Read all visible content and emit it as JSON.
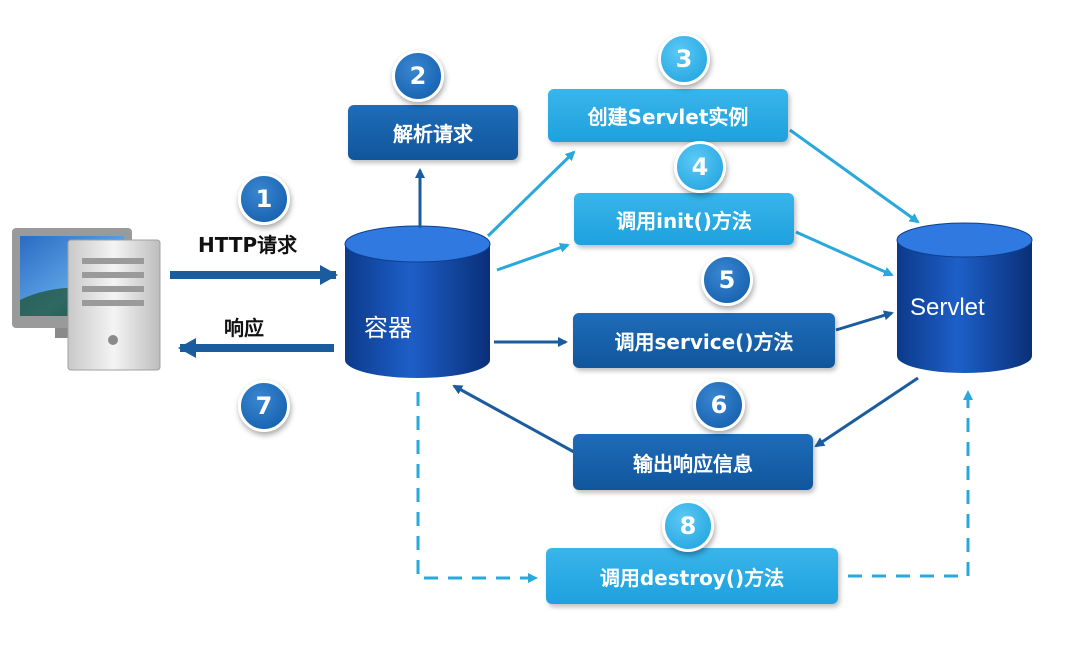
{
  "nodes": {
    "container": "容器",
    "servlet": "Servlet",
    "parse_request": "解析请求",
    "create_instance": "创建Servlet实例",
    "call_init": "调用init()方法",
    "call_service": "调用service()方法",
    "output_response": "输出响应信息",
    "call_destroy": "调用destroy()方法"
  },
  "labels": {
    "http_request": "HTTP请求",
    "response": "响应"
  },
  "steps": [
    "1",
    "2",
    "3",
    "4",
    "5",
    "6",
    "7",
    "8"
  ],
  "colors": {
    "light_blue": "#1ea1de",
    "dark_blue": "#10569d",
    "arrow_light": "#29a8dc",
    "arrow_dark": "#1a5c9e"
  },
  "icons": {
    "client": "computer-icon"
  }
}
